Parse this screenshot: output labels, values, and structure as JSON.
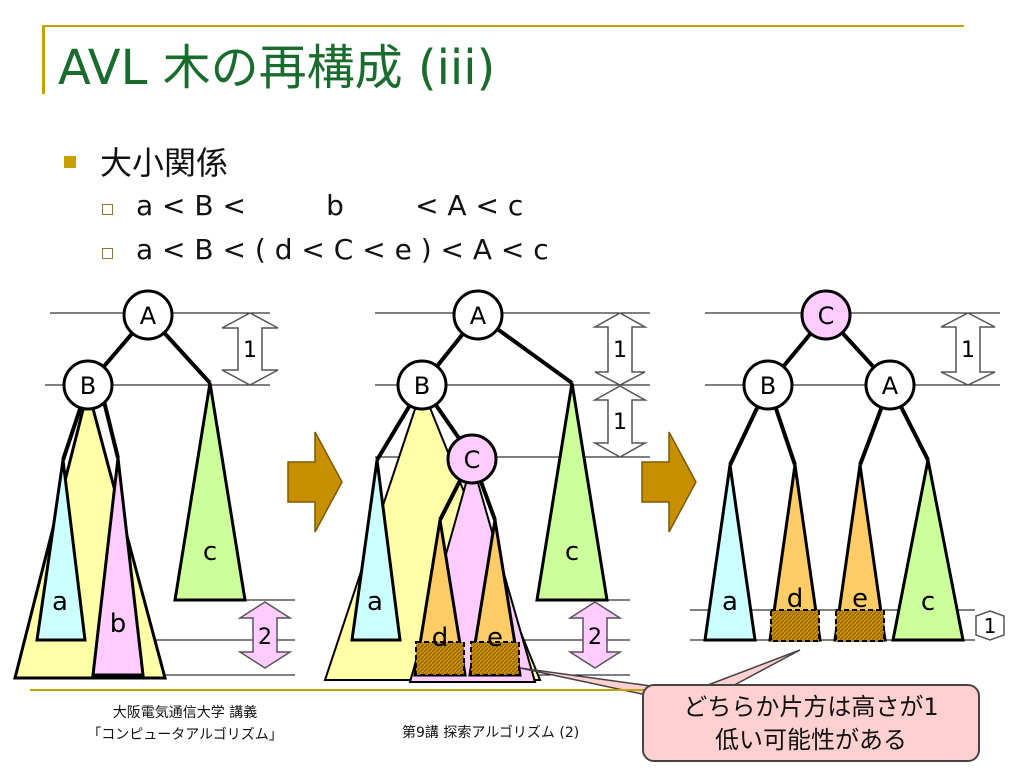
{
  "title": "AVL 木の再構成 (iii)",
  "bullet": "大小関係",
  "relations": [
    "a < B <         b        < A < c",
    "a < B < ( d < C < e ) < A < c"
  ],
  "diagrams": {
    "before": {
      "node_root": "A",
      "node_left": "B",
      "sub_a": "a",
      "sub_b": "b",
      "sub_c": "c",
      "height_top": "1",
      "height_bottom": "2"
    },
    "middle": {
      "node_root": "A",
      "node_left": "B",
      "node_mid": "C",
      "sub_a": "a",
      "sub_d": "d",
      "sub_e": "e",
      "sub_c": "c",
      "height_top1": "1",
      "height_top2": "1",
      "height_bottom": "2"
    },
    "after": {
      "node_root": "C",
      "node_left": "B",
      "node_right": "A",
      "sub_a": "a",
      "sub_d": "d",
      "sub_e": "e",
      "sub_c": "c",
      "height_top": "1",
      "height_bottom": "1"
    }
  },
  "footer": {
    "left_line1": "大阪電気通信大学 講義",
    "left_line2": "「コンピュータアルゴリズム」",
    "center": "第9講 探索アルゴリズム (2)"
  },
  "callout": {
    "line1": "どちらか片方は高さが1",
    "line2": "低い可能性がある"
  },
  "colors": {
    "title": "#1a6b2e",
    "accent": "#c8a000",
    "tri_yellow": "#ffffa8",
    "tri_cyan": "#ccffff",
    "tri_pink": "#ffccff",
    "tri_green": "#ccff99",
    "tri_orange": "#ffcc66",
    "node_pink": "#ffccff",
    "arrow": "#c89000",
    "hatch": "#b8860b",
    "height_arrow": "#ffccff"
  }
}
